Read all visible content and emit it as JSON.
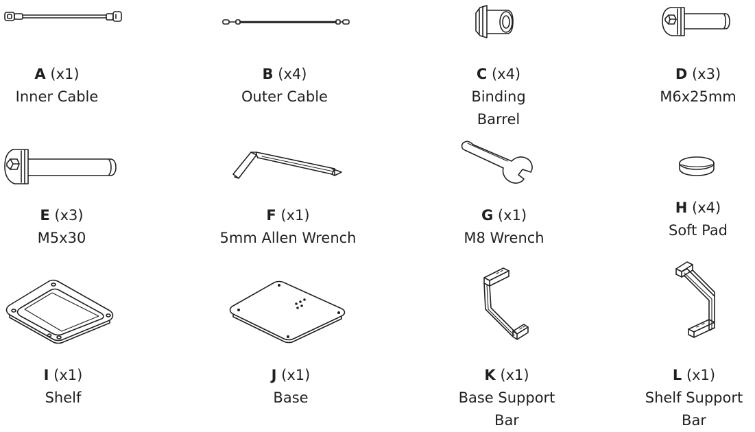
{
  "parts": [
    {
      "letter": "A",
      "qty": "(x1)",
      "name": [
        "Inner Cable"
      ]
    },
    {
      "letter": "B",
      "qty": "(x4)",
      "name": [
        "Outer Cable"
      ]
    },
    {
      "letter": "C",
      "qty": "(x4)",
      "name": [
        "Binding",
        "Barrel"
      ]
    },
    {
      "letter": "D",
      "qty": "(x3)",
      "name": [
        "M6x25mm"
      ]
    },
    {
      "letter": "E",
      "qty": "(x3)",
      "name": [
        "M5x30"
      ]
    },
    {
      "letter": "F",
      "qty": "(x1)",
      "name": [
        "5mm Allen Wrench"
      ]
    },
    {
      "letter": "G",
      "qty": "(x1)",
      "name": [
        "M8 Wrench"
      ]
    },
    {
      "letter": "H",
      "qty": "(x4)",
      "name": [
        "Soft Pad"
      ]
    },
    {
      "letter": "I",
      "qty": "(x1)",
      "name": [
        "Shelf"
      ]
    },
    {
      "letter": "J",
      "qty": "(x1)",
      "name": [
        "Base"
      ]
    },
    {
      "letter": "K",
      "qty": "(x1)",
      "name": [
        "Base Support",
        "Bar"
      ]
    },
    {
      "letter": "L",
      "qty": "(x1)",
      "name": [
        "Shelf Support",
        "Bar"
      ]
    }
  ]
}
